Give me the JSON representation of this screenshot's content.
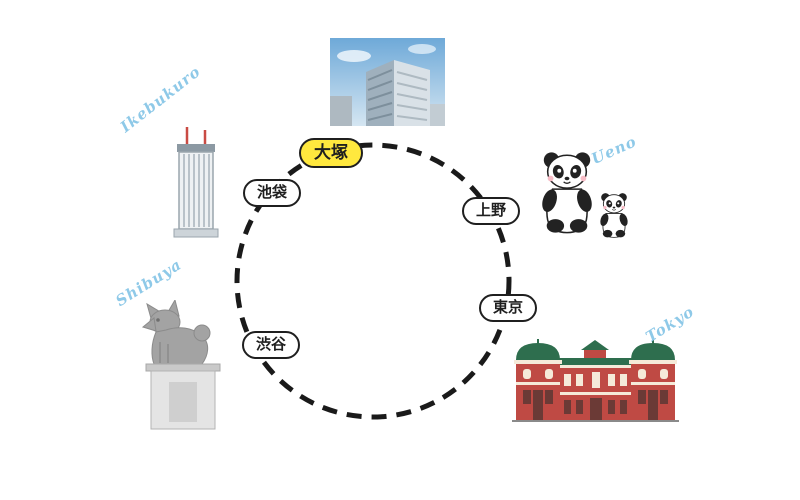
{
  "diagram": {
    "title": "yamanote-loop-line-stations",
    "line": {
      "shape": "loop",
      "style": "dashed",
      "color": "#1a1a1a"
    },
    "stations": [
      {
        "id": "otsuka",
        "label": "大塚",
        "highlighted": true
      },
      {
        "id": "ikebukuro",
        "label": "池袋",
        "highlighted": false
      },
      {
        "id": "ueno",
        "label": "上野",
        "highlighted": false
      },
      {
        "id": "tokyo",
        "label": "東京",
        "highlighted": false
      },
      {
        "id": "shibuya",
        "label": "渋谷",
        "highlighted": false
      }
    ],
    "captions": {
      "ikebukuro": "Ikebukuro",
      "ueno": "Ueno",
      "tokyo": "Tokyo",
      "shibuya": "Shibuya"
    },
    "landmarks": [
      {
        "id": "otsuka-photo",
        "kind": "photo-of-highrise-building"
      },
      {
        "id": "ikebukuro-tower",
        "kind": "skyscraper-illustration"
      },
      {
        "id": "ueno-pandas",
        "kind": "panda-parent-and-cub-illustration"
      },
      {
        "id": "tokyo-station",
        "kind": "red-brick-station-illustration"
      },
      {
        "id": "hachiko-statue",
        "kind": "dog-statue-illustration"
      }
    ],
    "colors": {
      "highlight_yellow": "#ffe83e",
      "caption_blue": "#8ec9e8",
      "line_black": "#1a1a1a",
      "station_red": "#bf4a44",
      "station_roof_green": "#2e6e4e"
    }
  }
}
